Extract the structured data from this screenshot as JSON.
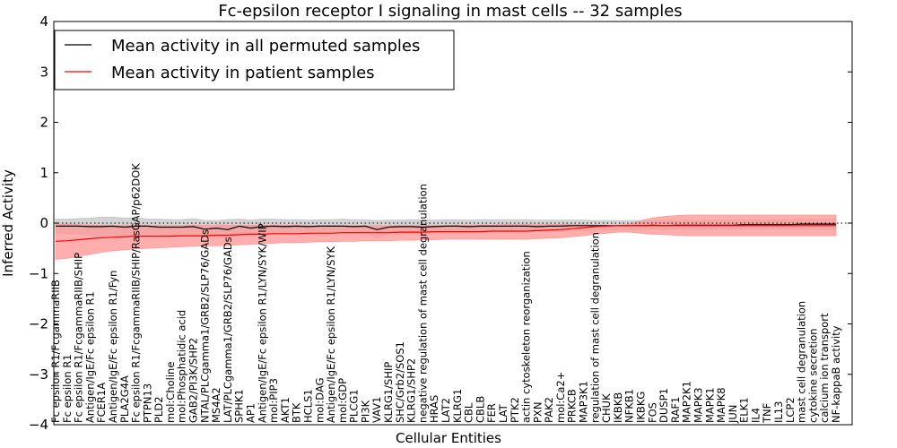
{
  "chart_data": {
    "type": "line",
    "title": "Fc-epsilon receptor I signaling in mast cells -- 32 samples",
    "xlabel": "Cellular Entities",
    "ylabel": "Inferred Activity",
    "ylim": [
      -4,
      4
    ],
    "yticks": [
      "−4",
      "−3",
      "−2",
      "−1",
      "0",
      "1",
      "2",
      "3",
      "4"
    ],
    "grid": false,
    "legend_position": "top-left",
    "baseline": 0,
    "categories": [
      "Fc epsilon R1/FcgammaRIIB",
      "Fc epsilon R1",
      "Fc epsilon R1/FcgammaRIIB/SHIP",
      "Antigen/IgE/Fc epsilon R1",
      "FCER1A",
      "Antigen/IgE/Fc epsilon R1/Fyn",
      "PLA2G4A",
      "Fc epsilon R1/FcgammaRIIB/SHIP/RasGAP/p62DOK",
      "PTPN13",
      "PLD2",
      "mol:Choline",
      "mol:Phosphatidic acid",
      "GAB2/PI3K/SHP2",
      "NTAL/PLCgamma1/GRB2/SLP76/GADs",
      "MS4A2",
      "LAT/PLCgamma1/GRB2/SLP76/GADs",
      "SPHK1",
      "AP1",
      "Antigen/IgE/Fc epsilon R1/LYN/SYK/WIP",
      "mol:PIP3",
      "AKT1",
      "BTK",
      "HCLS1",
      "mol:DAG",
      "Antigen/IgE/Fc epsilon R1/LYN/SYK",
      "mol:GDP",
      "PLCG1",
      "PI3K",
      "VAV1",
      "KLRG1/SHIP",
      "SHC/Grb2/SOS1",
      "KLRG1/SHP2",
      "negative regulation of mast cell degranulation",
      "HRAS",
      "LAT2",
      "KLRG1",
      "CBL",
      "CBLB",
      "FER",
      "LAT",
      "PTK2",
      "actin cytoskeleton reorganization",
      "PXN",
      "PAK2",
      "mol:Ca2+",
      "PRKCB",
      "MAP3K1",
      "regulation of mast cell degranulation",
      "CHUK",
      "IKBKB",
      "NFKB1",
      "IKBKG",
      "FOS",
      "DUSP1",
      "RAF1",
      "MAP2K1",
      "MAPK3",
      "MAPK1",
      "MAPK8",
      "JUN",
      "ELK1",
      "IL4",
      "TNF",
      "IL13",
      "LCP2",
      "mast cell degranulation",
      "cytokine secretion",
      "calcium ion transport",
      "NF-kappaB activity"
    ],
    "series": [
      {
        "name": "Mean activity in all permuted samples",
        "color": "#000000",
        "band_color": "#c4c4c4",
        "values": [
          -0.06,
          -0.06,
          -0.06,
          -0.07,
          -0.07,
          -0.06,
          -0.08,
          -0.06,
          -0.06,
          -0.08,
          -0.08,
          -0.08,
          -0.07,
          -0.12,
          -0.1,
          -0.13,
          -0.06,
          -0.1,
          -0.07,
          -0.06,
          -0.07,
          -0.06,
          -0.07,
          -0.06,
          -0.06,
          -0.06,
          -0.07,
          -0.06,
          -0.13,
          -0.08,
          -0.07,
          -0.07,
          -0.08,
          -0.07,
          -0.06,
          -0.06,
          -0.07,
          -0.06,
          -0.06,
          -0.06,
          -0.06,
          -0.06,
          -0.07,
          -0.06,
          -0.06,
          -0.05,
          -0.05,
          -0.05,
          -0.05,
          -0.05,
          -0.05,
          -0.05,
          -0.04,
          -0.05,
          -0.04,
          -0.04,
          -0.04,
          -0.04,
          -0.04,
          -0.04,
          -0.03,
          -0.03,
          -0.03,
          -0.03,
          -0.03,
          -0.02,
          -0.02,
          -0.02,
          -0.02
        ],
        "upper": [
          0.08,
          0.08,
          0.09,
          0.1,
          0.12,
          0.12,
          0.1,
          0.11,
          0.08,
          0.08,
          0.07,
          0.07,
          0.09,
          0.05,
          0.05,
          0.07,
          0.08,
          0.06,
          0.08,
          0.08,
          0.07,
          0.07,
          0.06,
          0.07,
          0.07,
          0.08,
          0.07,
          0.07,
          0.05,
          0.06,
          0.06,
          0.07,
          0.06,
          0.06,
          0.07,
          0.07,
          0.06,
          0.07,
          0.07,
          0.07,
          0.07,
          0.07,
          0.06,
          0.06,
          0.06,
          0.06,
          0.06,
          0.05,
          0.05,
          0.05,
          0.05,
          0.05,
          0.05,
          0.05,
          0.05,
          0.05,
          0.05,
          0.06,
          0.06,
          0.06,
          0.06,
          0.06,
          0.06,
          0.07,
          0.07,
          0.08,
          0.08,
          0.08,
          0.08
        ],
        "lower": [
          -0.2,
          -0.21,
          -0.22,
          -0.24,
          -0.25,
          -0.24,
          -0.26,
          -0.23,
          -0.21,
          -0.23,
          -0.24,
          -0.24,
          -0.23,
          -0.29,
          -0.27,
          -0.3,
          -0.21,
          -0.26,
          -0.22,
          -0.21,
          -0.22,
          -0.2,
          -0.21,
          -0.19,
          -0.19,
          -0.2,
          -0.21,
          -0.19,
          -0.29,
          -0.22,
          -0.2,
          -0.2,
          -0.21,
          -0.19,
          -0.18,
          -0.18,
          -0.19,
          -0.18,
          -0.17,
          -0.17,
          -0.17,
          -0.16,
          -0.17,
          -0.16,
          -0.16,
          -0.15,
          -0.15,
          -0.15,
          -0.14,
          -0.14,
          -0.14,
          -0.13,
          -0.12,
          -0.13,
          -0.12,
          -0.12,
          -0.12,
          -0.12,
          -0.12,
          -0.12,
          -0.11,
          -0.11,
          -0.11,
          -0.12,
          -0.12,
          -0.12,
          -0.12,
          -0.12,
          -0.12
        ]
      },
      {
        "name": "Mean activity in patient samples",
        "color": "#ff0000",
        "band_color": "#ff9a9a",
        "values": [
          -0.36,
          -0.35,
          -0.33,
          -0.31,
          -0.29,
          -0.28,
          -0.27,
          -0.26,
          -0.26,
          -0.26,
          -0.26,
          -0.25,
          -0.25,
          -0.25,
          -0.24,
          -0.24,
          -0.23,
          -0.22,
          -0.22,
          -0.21,
          -0.21,
          -0.21,
          -0.2,
          -0.2,
          -0.2,
          -0.19,
          -0.19,
          -0.19,
          -0.19,
          -0.19,
          -0.18,
          -0.18,
          -0.18,
          -0.17,
          -0.17,
          -0.17,
          -0.17,
          -0.17,
          -0.16,
          -0.16,
          -0.16,
          -0.16,
          -0.15,
          -0.14,
          -0.13,
          -0.11,
          -0.09,
          -0.07,
          -0.06,
          -0.05,
          -0.05,
          -0.05,
          -0.05,
          -0.05,
          -0.05,
          -0.05,
          -0.05,
          -0.05,
          -0.05,
          -0.05,
          -0.05,
          -0.05,
          -0.05,
          -0.05,
          -0.05,
          -0.05,
          -0.05,
          -0.05,
          -0.05
        ],
        "upper": [
          -0.02,
          -0.02,
          -0.03,
          -0.04,
          -0.04,
          -0.05,
          -0.05,
          -0.04,
          -0.05,
          -0.05,
          -0.05,
          -0.05,
          -0.04,
          -0.04,
          -0.04,
          -0.04,
          -0.05,
          -0.04,
          -0.04,
          -0.04,
          -0.04,
          -0.04,
          -0.05,
          -0.05,
          -0.05,
          -0.05,
          -0.05,
          -0.05,
          -0.05,
          -0.05,
          -0.05,
          -0.05,
          -0.05,
          -0.05,
          -0.05,
          -0.04,
          -0.04,
          -0.04,
          -0.04,
          -0.03,
          -0.03,
          -0.03,
          -0.03,
          -0.03,
          -0.03,
          -0.03,
          -0.03,
          -0.04,
          -0.05,
          -0.05,
          -0.02,
          0.05,
          0.1,
          0.13,
          0.15,
          0.16,
          0.16,
          0.16,
          0.16,
          0.16,
          0.16,
          0.16,
          0.16,
          0.16,
          0.16,
          0.16,
          0.16,
          0.16,
          0.16
        ],
        "lower": [
          -0.72,
          -0.7,
          -0.66,
          -0.62,
          -0.58,
          -0.55,
          -0.53,
          -0.51,
          -0.5,
          -0.49,
          -0.48,
          -0.47,
          -0.46,
          -0.45,
          -0.45,
          -0.44,
          -0.43,
          -0.42,
          -0.41,
          -0.4,
          -0.39,
          -0.39,
          -0.38,
          -0.37,
          -0.37,
          -0.36,
          -0.36,
          -0.35,
          -0.35,
          -0.35,
          -0.34,
          -0.34,
          -0.33,
          -0.33,
          -0.32,
          -0.32,
          -0.32,
          -0.32,
          -0.32,
          -0.32,
          -0.32,
          -0.32,
          -0.31,
          -0.3,
          -0.29,
          -0.27,
          -0.25,
          -0.22,
          -0.2,
          -0.18,
          -0.18,
          -0.2,
          -0.22,
          -0.23,
          -0.24,
          -0.25,
          -0.25,
          -0.25,
          -0.25,
          -0.25,
          -0.25,
          -0.25,
          -0.25,
          -0.25,
          -0.25,
          -0.25,
          -0.25,
          -0.25,
          -0.25
        ]
      }
    ]
  }
}
